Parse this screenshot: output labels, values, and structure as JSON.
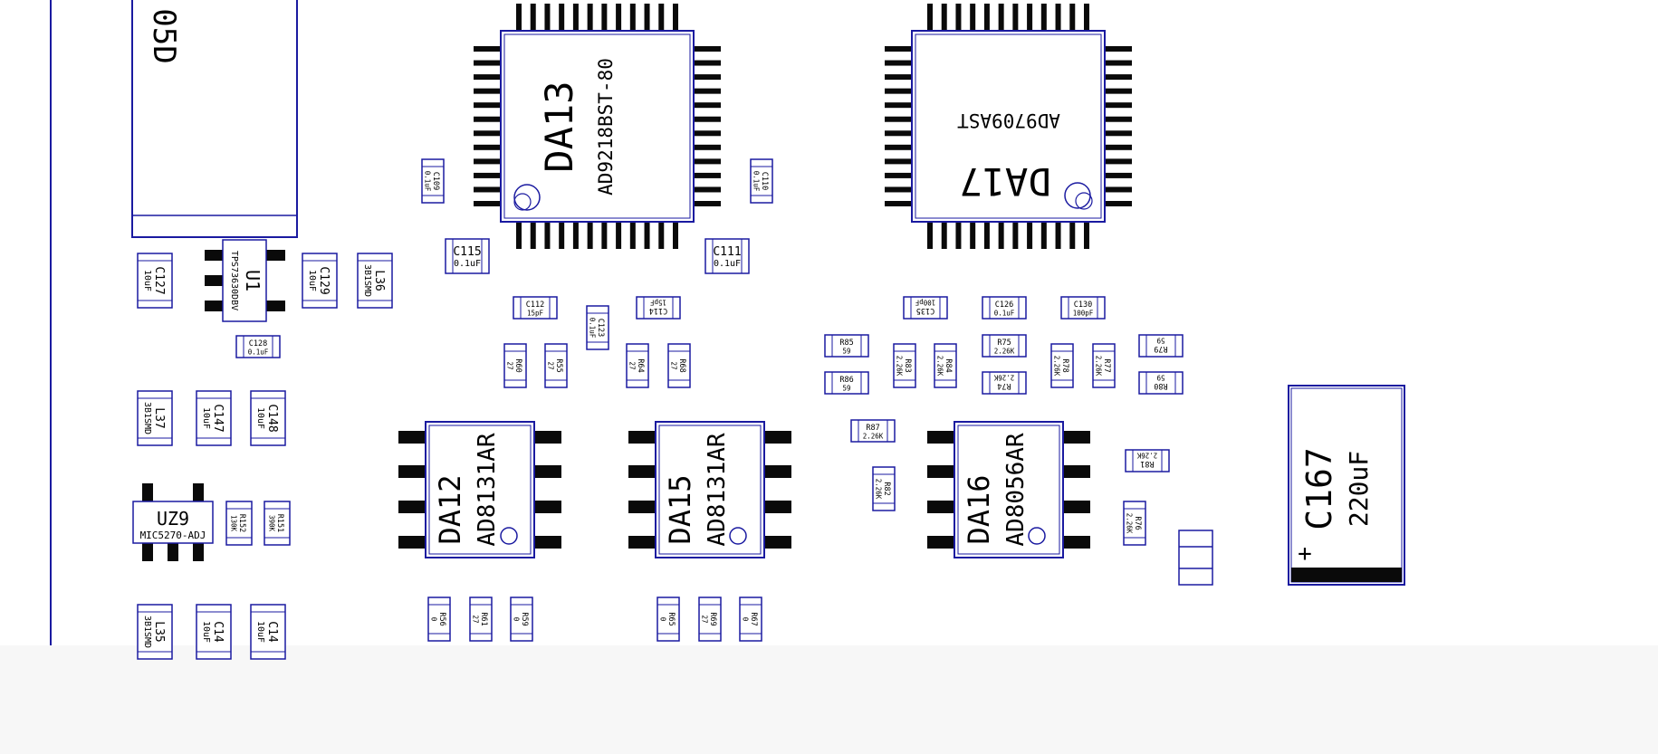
{
  "colors": {
    "outline": "#1a1aa0",
    "pin": "#0a0a0a",
    "label": "#000000",
    "background": "#ffffff"
  },
  "board": {
    "top_left_block": {
      "label": "05D"
    },
    "qfp": [
      {
        "ref": "DA13",
        "part": "AD9218BST-80"
      },
      {
        "ref": "DA17",
        "part": "AD9709AST"
      }
    ],
    "soic": [
      {
        "ref": "DA12",
        "part": "AD8131AR"
      },
      {
        "ref": "DA15",
        "part": "AD8131AR"
      },
      {
        "ref": "DA16",
        "part": "AD8056AR"
      }
    ],
    "regulators": [
      {
        "ref": "U1",
        "part": "TPS73630DBV"
      },
      {
        "ref": "UZ9",
        "part": "MIC5270-ADJ"
      }
    ],
    "electrolytic": {
      "ref": "C167",
      "value": "220uF",
      "polarity": "+"
    },
    "passives": [
      {
        "ref": "C127",
        "value": "10uF"
      },
      {
        "ref": "C129",
        "value": "10uF"
      },
      {
        "ref": "L36",
        "value": "3B1SMD"
      },
      {
        "ref": "C128",
        "value": "0.1uF"
      },
      {
        "ref": "L37",
        "value": "3B1SMD"
      },
      {
        "ref": "C147",
        "value": "10uF"
      },
      {
        "ref": "C148",
        "value": "10uF"
      },
      {
        "ref": "R152",
        "value": "130K"
      },
      {
        "ref": "R151",
        "value": "390K"
      },
      {
        "ref": "L35",
        "value": "3B1SMD"
      },
      {
        "ref": "C14",
        "value": "10uF"
      },
      {
        "ref": "C14",
        "value": "10uF"
      },
      {
        "ref": "C109",
        "value": "0.1uF"
      },
      {
        "ref": "C110",
        "value": "0.1uF"
      },
      {
        "ref": "C115",
        "value": "0.1uF"
      },
      {
        "ref": "C111",
        "value": "0.1uF"
      },
      {
        "ref": "C112",
        "value": "15pF"
      },
      {
        "ref": "C114",
        "value": "15pF"
      },
      {
        "ref": "C123",
        "value": "0.1uF"
      },
      {
        "ref": "R60",
        "value": "27"
      },
      {
        "ref": "R55",
        "value": "27"
      },
      {
        "ref": "R64",
        "value": "27"
      },
      {
        "ref": "R68",
        "value": "27"
      },
      {
        "ref": "C135",
        "value": "100pF"
      },
      {
        "ref": "C126",
        "value": "0.1uF"
      },
      {
        "ref": "C130",
        "value": "100pF"
      },
      {
        "ref": "R85",
        "value": "59"
      },
      {
        "ref": "R86",
        "value": "59"
      },
      {
        "ref": "R83",
        "value": "2.26K"
      },
      {
        "ref": "R84",
        "value": "2.26K"
      },
      {
        "ref": "R75",
        "value": "2.26K"
      },
      {
        "ref": "R74",
        "value": "2.26K"
      },
      {
        "ref": "R78",
        "value": "2.26K"
      },
      {
        "ref": "R77",
        "value": "2.26K"
      },
      {
        "ref": "R79",
        "value": "59"
      },
      {
        "ref": "R80",
        "value": "59"
      },
      {
        "ref": "R87",
        "value": "2.26K"
      },
      {
        "ref": "R82",
        "value": "2.26K"
      },
      {
        "ref": "R81",
        "value": "2.26K"
      },
      {
        "ref": "R76",
        "value": "2.26K"
      },
      {
        "ref": "R56",
        "value": "0"
      },
      {
        "ref": "R61",
        "value": "27"
      },
      {
        "ref": "R59",
        "value": "0"
      },
      {
        "ref": "R65",
        "value": "0"
      },
      {
        "ref": "R69",
        "value": "27"
      },
      {
        "ref": "R67",
        "value": "0"
      }
    ]
  }
}
